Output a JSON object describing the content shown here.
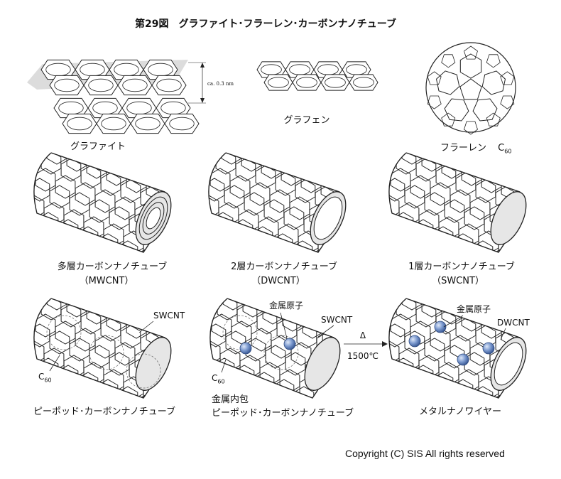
{
  "title": "第29図　グラファイト･フラーレン･カーボンナノチューブ",
  "interlayer_spacing": "ca. 0.3 nm",
  "panels": {
    "graphite": "グラファイト",
    "graphene": "グラフェン",
    "fullerene": "フラーレン",
    "fullerene_formula_base": "C",
    "fullerene_formula_sub": "60",
    "mwcnt_line1": "多層カーボンナノチューブ",
    "mwcnt_line2": "（MWCNT）",
    "dwcnt_line1": "2層カーボンナノチューブ",
    "dwcnt_line2": "（DWCNT）",
    "swcnt_line1": "1層カーボンナノチューブ",
    "swcnt_line2": "（SWCNT）",
    "peapod": "ピーポッド･カーボンナノチューブ",
    "peapod_swcnt": "SWCNT",
    "peapod_c": "C",
    "peapod_c_sub": "60",
    "metal_peapod_line1": "金属内包",
    "metal_peapod_line2": "ピーポッド･カーボンナノチューブ",
    "metal_atom": "金属原子",
    "metal_peapod_swcnt": "SWCNT",
    "metal_peapod_c": "C",
    "metal_peapod_c_sub": "60",
    "reaction_symbol": "Δ",
    "reaction_temp": "1500℃",
    "nanowire": "メタルナノワイヤー",
    "nanowire_metal_atom": "金属原子",
    "nanowire_dwcnt": "DWCNT"
  },
  "copyright": "Copyright (C) SIS All rights reserved",
  "colors": {
    "metal_atom": "#6f8fc8",
    "line": "#222222"
  }
}
